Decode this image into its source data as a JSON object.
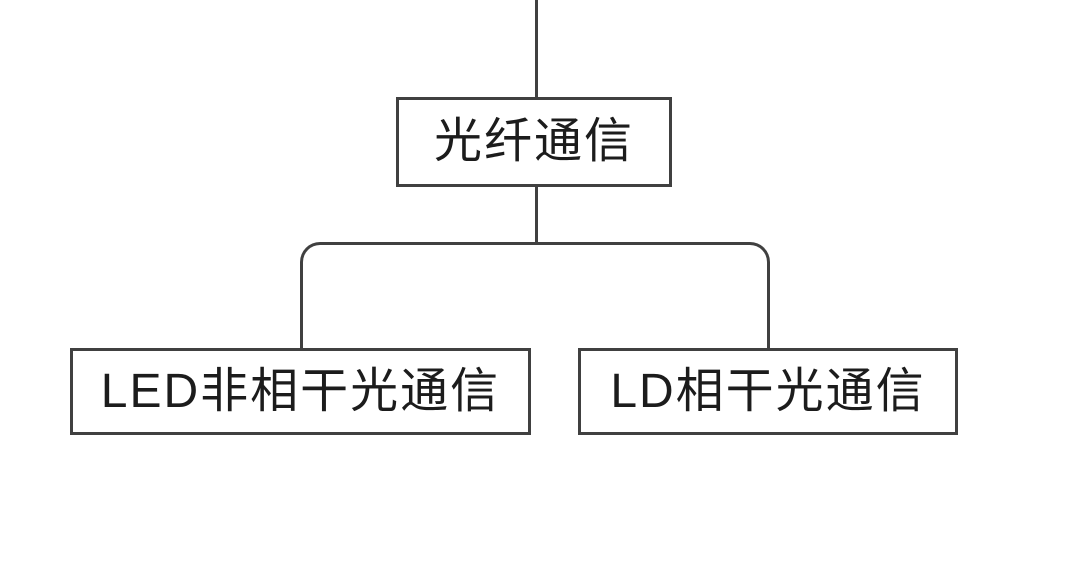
{
  "diagram": {
    "type": "tree",
    "colors": {
      "line": "#404040",
      "text": "#1c1c1c",
      "background": "#ffffff"
    },
    "root": {
      "label": "光纤通信"
    },
    "children": [
      {
        "label": "LED非相干光通信"
      },
      {
        "label": "LD相干光通信"
      }
    ]
  }
}
